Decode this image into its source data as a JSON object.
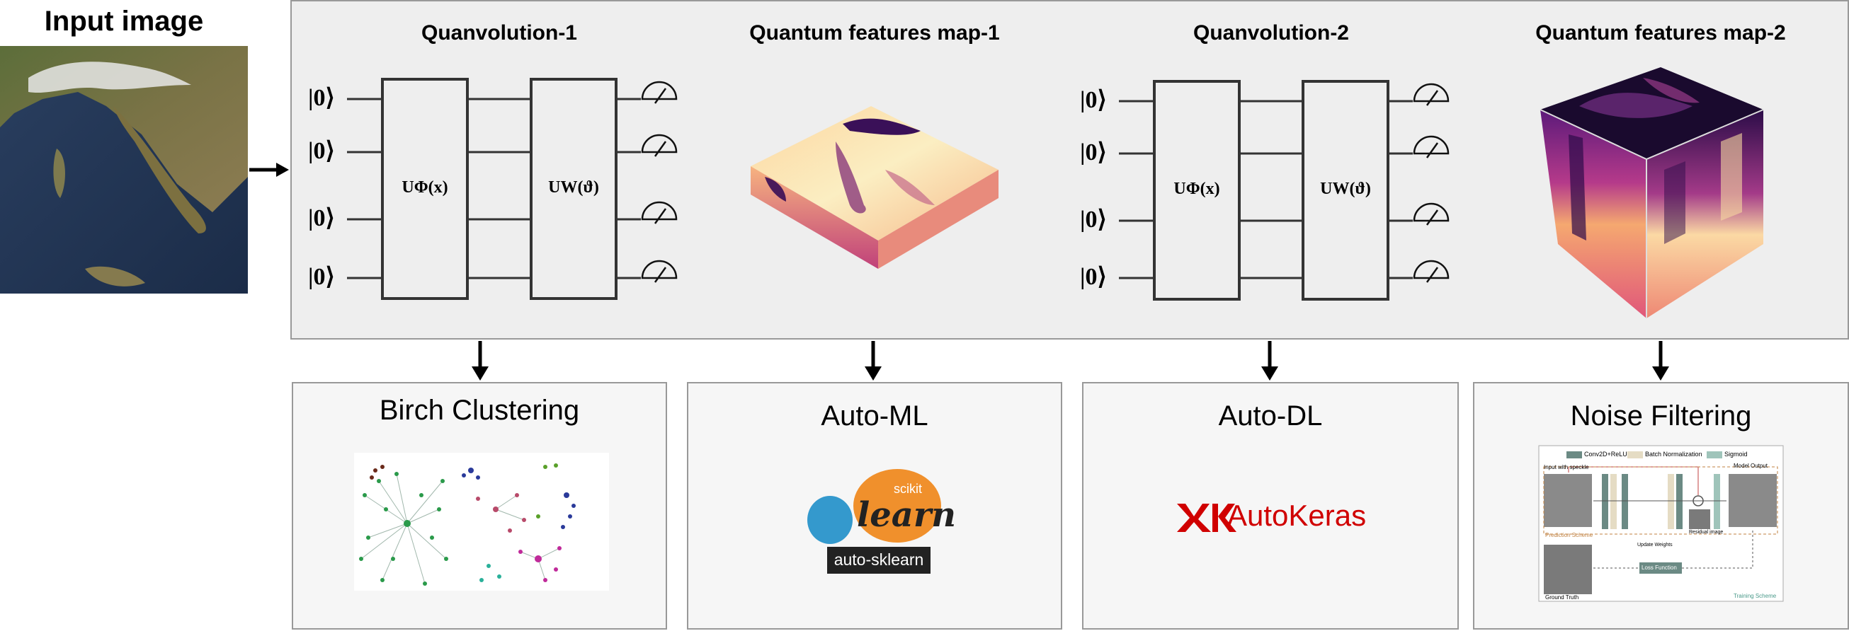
{
  "input": {
    "title": "Input image"
  },
  "stages": [
    {
      "title": "Quanvolution-1"
    },
    {
      "title": "Quantum features map-1"
    },
    {
      "title": "Quanvolution-2"
    },
    {
      "title": "Quantum features map-2"
    }
  ],
  "circuit": {
    "ket": "|0⟩",
    "gate1": "UΦ(x)",
    "gate2": "UW(ϑ)"
  },
  "outputs": [
    {
      "title": "Birch Clustering"
    },
    {
      "title": "Auto-ML",
      "logo_top": "scikit",
      "logo_main": "learn",
      "logo_badge": "auto-sklearn"
    },
    {
      "title": "Auto-DL",
      "logo_text": "AutoKeras"
    },
    {
      "title": "Noise Filtering",
      "legend": [
        "Conv2D+ReLU",
        "Batch Normalization",
        "Sigmoid"
      ],
      "labels": [
        "Input with speckle",
        "Model Output",
        "Prediction Scheme",
        "Residual image",
        "Update Weights",
        "Loss Function",
        "Ground Truth",
        "Training Scheme"
      ]
    }
  ],
  "colors": {
    "learn_orange": "#f0902c",
    "learn_blue": "#3499cd",
    "autokeras_red": "#d00000",
    "legend_conv": "#6b8a84",
    "legend_bn": "#e5dcc4",
    "legend_sig": "#9fc4ba"
  }
}
